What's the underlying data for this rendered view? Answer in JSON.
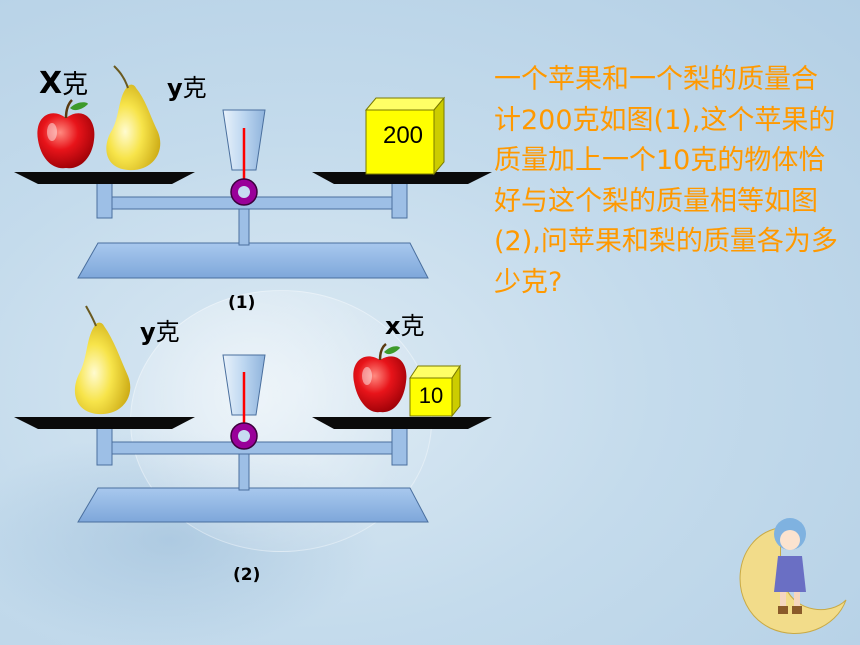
{
  "scale1": {
    "left_var": "X",
    "left_unit": "克",
    "mid_var": "y",
    "mid_unit": "克",
    "weight_label": "200",
    "caption": "(1)"
  },
  "scale2": {
    "left_var": "y",
    "left_unit": "克",
    "right_var": "x",
    "right_unit": "克",
    "weight_label": "10",
    "caption": "(2)"
  },
  "question": "一个苹果和一个梨的质量合计200克如图(1),这个苹果的质量加上一个10克的物体恰好与这个梨的质量相等如图(2),问苹果和梨的质量各为多少克?",
  "colors": {
    "question_text": "#ff9900",
    "weight_box": "#ffff00",
    "scale_blue": "#9dbfe6",
    "pointer_red": "#ff0000",
    "pivot_purple": "#990099"
  }
}
